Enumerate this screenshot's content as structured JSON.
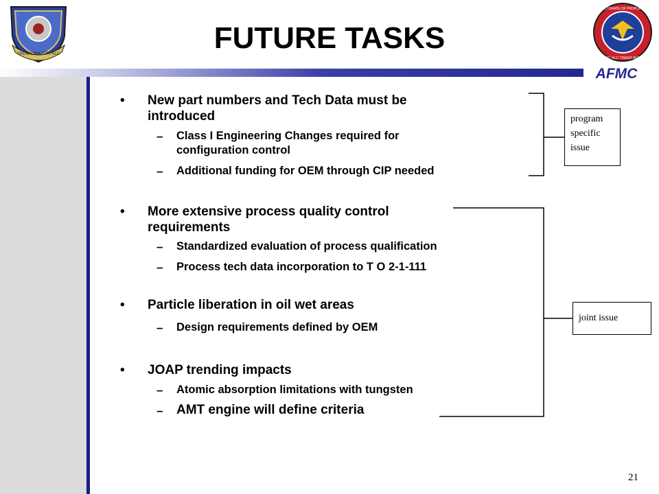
{
  "title": "FUTURE TASKS",
  "logos": {
    "left_ring_text": "OKLAHOMA CITY ALC",
    "right_ring_text": "DIRECTORATE OF PROPULSION",
    "right_ring_bottom": "OC-ALC TINKER AFB",
    "brand": "AFMC"
  },
  "bullets": [
    {
      "label": "New part numbers and Tech Data must be introduced",
      "line1": "New part numbers and Tech Data must be",
      "line2": "introduced",
      "subs": [
        {
          "line1": "Class I Engineering Changes required for",
          "line2": "configuration control"
        },
        {
          "line1": "Additional funding for OEM through CIP needed"
        }
      ]
    },
    {
      "line1": "More extensive process quality control",
      "line2": "requirements",
      "subs": [
        {
          "line1": "Standardized evaluation of process qualification"
        },
        {
          "line1": "Process tech data incorporation to T O 2-1-111"
        }
      ]
    },
    {
      "line1": "Particle liberation in oil wet areas",
      "subs": [
        {
          "line1": "Design requirements defined by OEM"
        }
      ]
    },
    {
      "line1": "JOAP trending impacts",
      "subs": [
        {
          "line1": "Atomic absorption limitations with tungsten"
        },
        {
          "line1": "AMT engine will define criteria"
        }
      ]
    }
  ],
  "bullet_glyph": "•",
  "dash_glyph": "–",
  "notes": {
    "program": {
      "line1": "program",
      "line2": "specific",
      "line3": "issue"
    },
    "joint": "joint issue"
  },
  "page_number": "21",
  "colors": {
    "accent": "#23288f",
    "sidebar": "#dcdcdc"
  }
}
